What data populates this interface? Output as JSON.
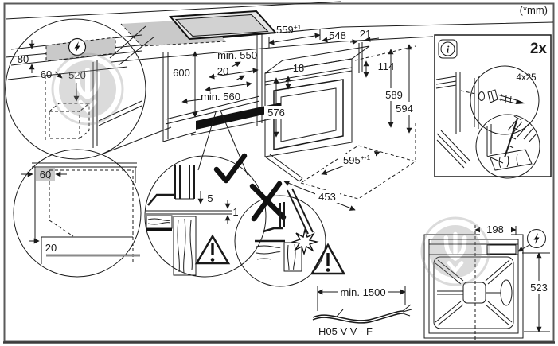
{
  "units_note": "(*mm)",
  "colors": {
    "line": "#1a1a1a",
    "shade": "#c9c9c9",
    "watermark": "#8c8c8c"
  },
  "wall_socket_detail": {
    "dim_80": "80",
    "dim_60": "60",
    "dim_520": "520"
  },
  "niche": {
    "dim_600": "600",
    "depth_min_550": "min. 550",
    "gap_20": "20",
    "width_min_560": "min. 560"
  },
  "oven_dims": {
    "top_width": "559",
    "top_width_tol": "+1",
    "depth_548": "548",
    "gap_21": "21",
    "rim_18": "18",
    "front_114": "114",
    "body_height_576": "576",
    "height_589": "589",
    "height_594": "594",
    "front_width_595": "595",
    "front_width_tol": "+-1",
    "depth_453": "453"
  },
  "mounting_panel": {
    "quantity": "2x",
    "screw_size": "4x25",
    "info_glyph": "i"
  },
  "cabinet_side_detail": {
    "dim_60": "60",
    "dim_20": "20"
  },
  "hob_gap_detail": {
    "dim_5": "5",
    "dim_1": "1"
  },
  "power_cable": {
    "min_length": "min. 1500",
    "cable_type": "H05 V V - F"
  },
  "rear_view": {
    "dim_198": "198",
    "dim_523": "523"
  }
}
